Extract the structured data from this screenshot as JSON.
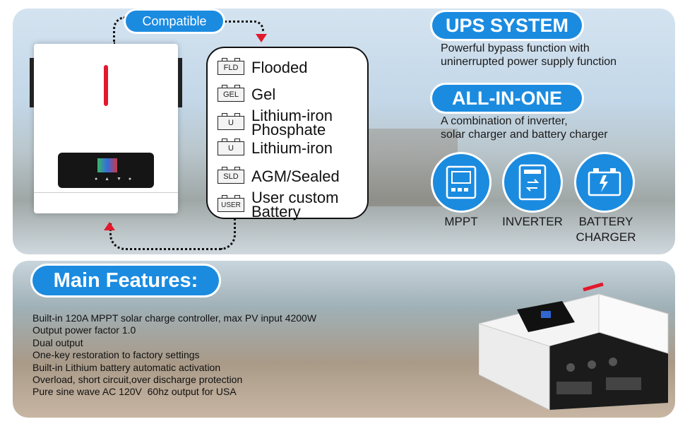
{
  "compatible_label": "Compatible",
  "battery_types": [
    {
      "tag": "FLD",
      "label": "Flooded"
    },
    {
      "tag": "GEL",
      "label": "Gel"
    },
    {
      "tag": "U",
      "label": "Lithium-iron Phosphate"
    },
    {
      "tag": "U",
      "label": "Lithium-iron"
    },
    {
      "tag": "SLD",
      "label": "AGM/Sealed"
    },
    {
      "tag": "USER",
      "label": "User custom Battery"
    }
  ],
  "ups": {
    "title": "UPS SYSTEM",
    "desc_line1": "Powerful bypass function with",
    "desc_line2": "uninerrupted power supply function"
  },
  "all_in_one": {
    "title": "ALL-IN-ONE",
    "desc_line1": "A combination of inverter,",
    "desc_line2": "solar charger and battery charger"
  },
  "icons": [
    {
      "name": "mppt-icon",
      "label": "MPPT"
    },
    {
      "name": "inverter-icon",
      "label": "INVERTER"
    },
    {
      "name": "battery-charger-icon",
      "label_line1": "BATTERY",
      "label_line2": "CHARGER"
    }
  ],
  "features": {
    "title": "Main Features:",
    "items": [
      "Built-in 120A MPPT solar charge controller, max PV input 4200W",
      "Output power factor 1.0",
      "Dual output",
      "One-key restoration to factory settings",
      "Built-in Lithium battery automatic activation",
      "Overload, short circuit,over discharge protection",
      "Pure sine wave AC 120V  60hz output for USA"
    ]
  },
  "colors": {
    "accent": "#1b8be0",
    "arrow": "#e3182c",
    "product_stripe": "#e3182c"
  }
}
